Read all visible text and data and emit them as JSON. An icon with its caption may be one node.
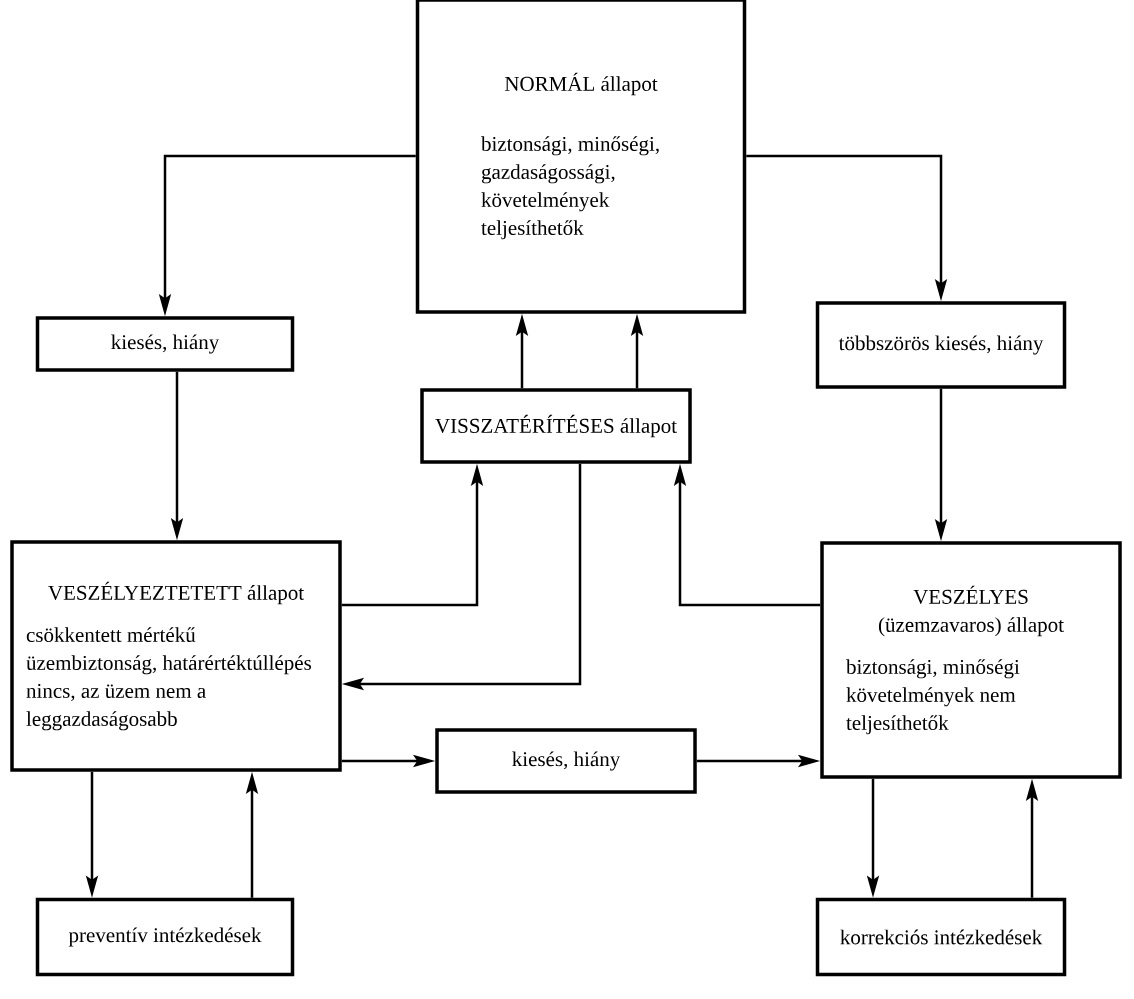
{
  "diagram": {
    "nodes": [
      {
        "text": [
          "NORMÁL állapot",
          "biztonsági, minőségi, gazdaságossági, követelmények teljesíthetők"
        ]
      },
      {
        "text": [
          "kiesés, hiány"
        ]
      },
      {
        "text": [
          "többszörös kiesés, hiány"
        ]
      },
      {
        "text": [
          "VISSZATÉRÍTÉSES állapot"
        ]
      },
      {
        "text": [
          "VESZÉLYEZTETETT állapot",
          "csökkentett mértékű üzembiztonság, határértéktúllépés nincs, az üzem nem a leggazdaságosabb"
        ]
      },
      {
        "text": [
          "kiesés, hiány"
        ]
      },
      {
        "text": [
          "VESZÉLYES (üzemzavaros) állapot",
          "biztonsági, minőségi követelmények nem teljesíthetők"
        ]
      },
      {
        "text": [
          "preventív intézkedések"
        ]
      },
      {
        "text": [
          "korrekciós intézkedések"
        ]
      }
    ],
    "edges": [
      {
        "from": 0,
        "to": 1,
        "arrow": "to"
      },
      {
        "from": 0,
        "to": 2,
        "arrow": "to"
      },
      {
        "from": 1,
        "to": 4,
        "arrow": "to"
      },
      {
        "from": 2,
        "to": 6,
        "arrow": "to"
      },
      {
        "from": 3,
        "to": 0,
        "arrow": "to"
      },
      {
        "from": 3,
        "to": 0,
        "arrow": "to"
      },
      {
        "from": 4,
        "to": 3,
        "arrow": "to"
      },
      {
        "from": 3,
        "to": 4,
        "arrow": "to"
      },
      {
        "from": 6,
        "to": 3,
        "arrow": "to"
      },
      {
        "from": 4,
        "to": 5,
        "arrow": "to"
      },
      {
        "from": 5,
        "to": 6,
        "arrow": "to"
      },
      {
        "from": 4,
        "to": 7,
        "arrow": "to"
      },
      {
        "from": 7,
        "to": 4,
        "arrow": "to"
      },
      {
        "from": 6,
        "to": 8,
        "arrow": "to"
      },
      {
        "from": 8,
        "to": 6,
        "arrow": "to"
      }
    ]
  }
}
